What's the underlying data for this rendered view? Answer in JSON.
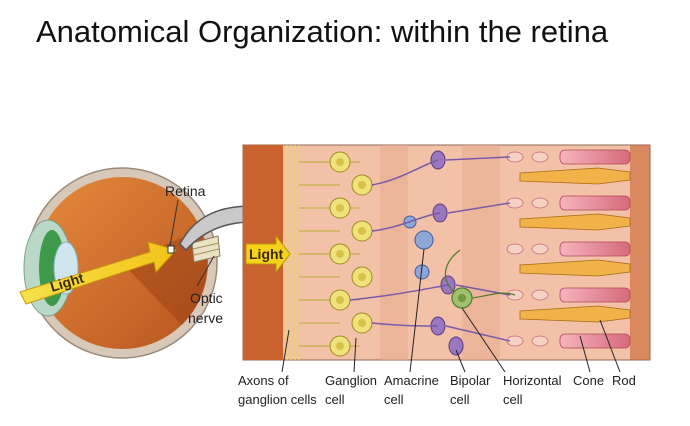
{
  "slide": {
    "title": "Anatomical Organization: within the retina"
  },
  "diagram": {
    "eye_labels": {
      "retina": "Retina",
      "light_eye": "Light",
      "optic_line1": "Optic",
      "optic_line2": "nerve"
    },
    "panel_light": "Light",
    "bottom_labels": [
      {
        "id": "axons",
        "lines": [
          "Axons of",
          "ganglion cells"
        ]
      },
      {
        "id": "ganglion",
        "lines": [
          "Ganglion",
          "cell"
        ]
      },
      {
        "id": "amacrine",
        "lines": [
          "Amacrine",
          "cell"
        ]
      },
      {
        "id": "bipolar",
        "lines": [
          "Bipolar",
          "cell"
        ]
      },
      {
        "id": "horizontal",
        "lines": [
          "Horizontal",
          "cell"
        ]
      },
      {
        "id": "cone",
        "lines": [
          "Cone"
        ]
      },
      {
        "id": "rod",
        "lines": [
          "Rod"
        ]
      }
    ],
    "colors": {
      "axon_band": "#c9622e",
      "tissue": "#f2c1a8",
      "ganglion": "#efe27a",
      "amacrine": "#8ea7d6",
      "bipolar": "#9a78c0",
      "horizontal": "#9fc070",
      "cone": "#f2b24a",
      "rod": "#e88a99",
      "sclera": "#cbb8a6",
      "eye_interior": "#d2762f"
    }
  }
}
